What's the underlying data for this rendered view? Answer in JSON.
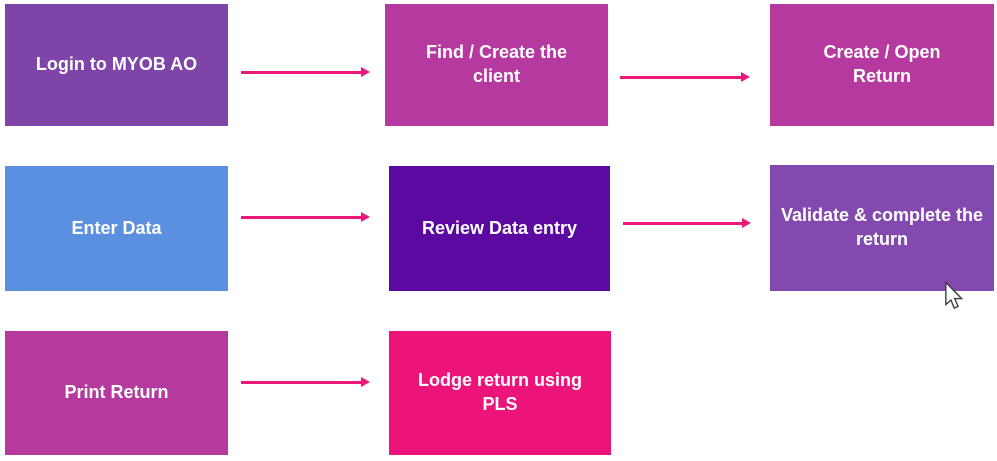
{
  "flowchart": {
    "description": "MYOB AO tax return workflow flowchart",
    "text_color": "#ffffff",
    "arrow_color": "#ec1879",
    "nodes": [
      {
        "id": "login",
        "label": "Login to MYOB AO",
        "color": "#7e44a7"
      },
      {
        "id": "find-create-client",
        "label": "Find / Create the client",
        "color": "#b5399e"
      },
      {
        "id": "create-open-return",
        "label": "Create / Open Return",
        "color": "#b5399e"
      },
      {
        "id": "enter-data",
        "label": "Enter Data",
        "color": "#5b90e0"
      },
      {
        "id": "review-data-entry",
        "label": "Review Data entry",
        "color": "#5b09a0"
      },
      {
        "id": "validate-complete",
        "label": "Validate & complete the return",
        "color": "#8449ae"
      },
      {
        "id": "print-return",
        "label": "Print Return",
        "color": "#b5399e"
      },
      {
        "id": "lodge-pls",
        "label": "Lodge return using PLS",
        "color": "#ec1379"
      }
    ],
    "edges": [
      {
        "from": "login",
        "to": "find-create-client"
      },
      {
        "from": "find-create-client",
        "to": "create-open-return"
      },
      {
        "from": "enter-data",
        "to": "review-data-entry"
      },
      {
        "from": "review-data-entry",
        "to": "validate-complete"
      },
      {
        "from": "print-return",
        "to": "lodge-pls"
      }
    ]
  },
  "cursor": {
    "type": "arrow-pointer"
  }
}
